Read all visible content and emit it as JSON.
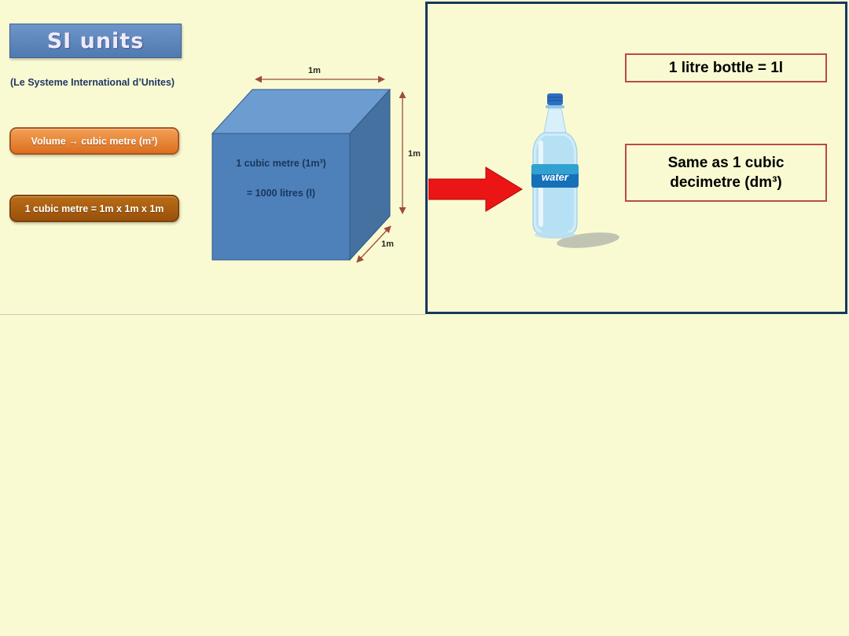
{
  "slide": {
    "title": "SI units",
    "subtitle": "(Le Systeme International d’Unites)",
    "volume_label": "Volume  →  cubic metre (m³)",
    "cubic_metre_label": "1 cubic metre = 1m x 1m x 1m",
    "cube": {
      "front_line1": "1 cubic metre (1m³)",
      "front_line2": "=  1000 litres (l)",
      "dim_top": "1m",
      "dim_right": "1m",
      "dim_bottom": "1m"
    }
  },
  "panel": {
    "litre_box": "1 litre bottle = 1l",
    "decimetre_box": "Same as 1 cubic decimetre (dm³)",
    "bottle_label": "water"
  },
  "colors": {
    "page_background": "#FAFAD2",
    "title_box_blue": "#5B84B9",
    "subtitle_navy": "#1F3864",
    "volume_box_orange": "#DD6F1E",
    "metre_box_brown": "#98510B",
    "cube_front_blue": "#4E80BA",
    "cube_top_blue": "#6D9CD0",
    "cube_side_blue": "#44719F",
    "panel_border_navy": "#17375E",
    "info_box_border_red": "#B94A45",
    "arrow_red": "#EC1515",
    "dimension_arrow": "#9E4B3C"
  }
}
